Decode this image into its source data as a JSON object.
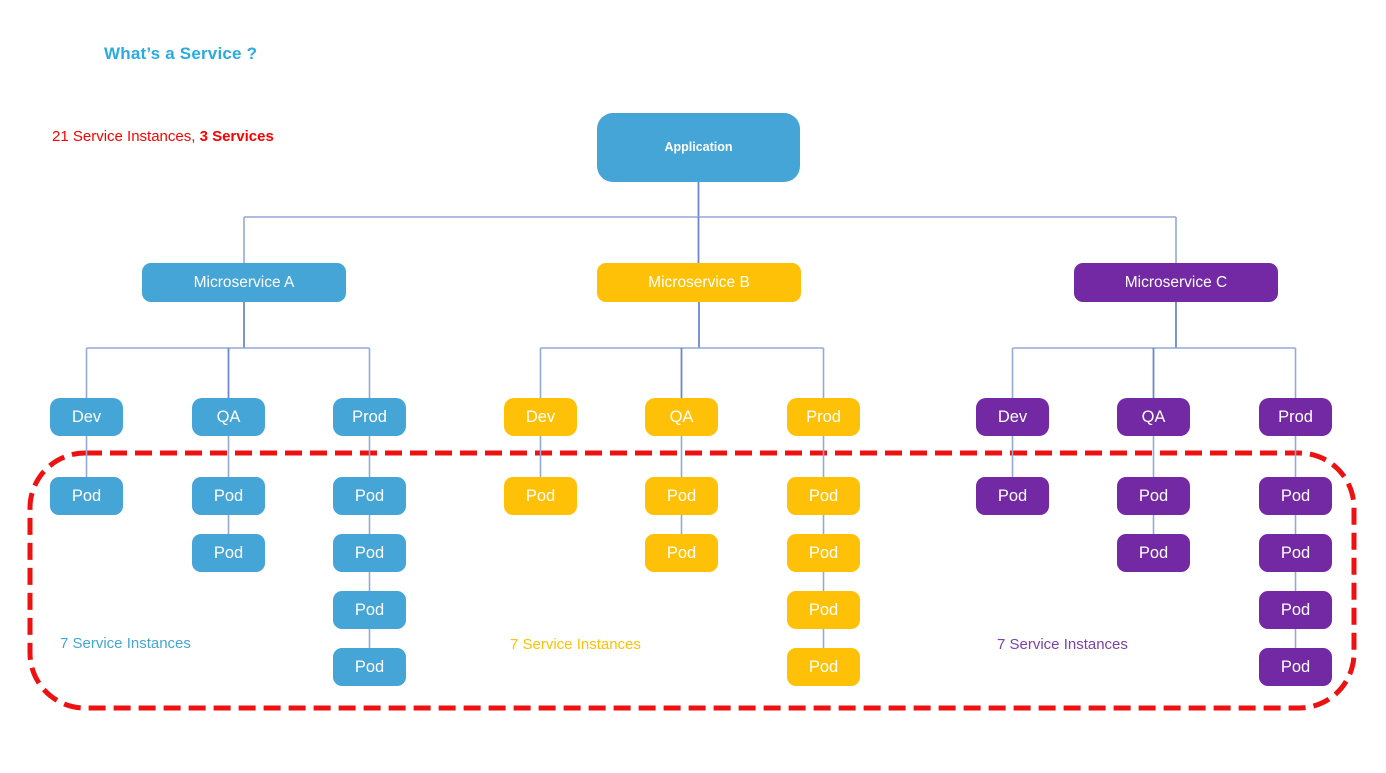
{
  "title": "What’s a Service ?",
  "summary": {
    "regular": "21 Service Instances, ",
    "bold": "3 Services"
  },
  "root": {
    "label": "Application",
    "color": "#45A5D6"
  },
  "labels": {
    "pod": "Pod"
  },
  "groups": [
    {
      "id": "a",
      "label": "Microservice A",
      "color": "#45A5D6",
      "label_color": "#45A5D6",
      "instances_label": "7 Service Instances",
      "envs": [
        {
          "label": "Dev",
          "pods": 1
        },
        {
          "label": "QA",
          "pods": 2
        },
        {
          "label": "Prod",
          "pods": 4
        }
      ]
    },
    {
      "id": "b",
      "label": "Microservice B",
      "color": "#FFC107",
      "label_color": "#FFC107",
      "instances_label": "7 Service Instances",
      "envs": [
        {
          "label": "Dev",
          "pods": 1
        },
        {
          "label": "QA",
          "pods": 2
        },
        {
          "label": "Prod",
          "pods": 4
        }
      ]
    },
    {
      "id": "c",
      "label": "Microservice C",
      "color": "#7229A3",
      "label_color": "#7B42A8",
      "instances_label": "7 Service Instances",
      "envs": [
        {
          "label": "Dev",
          "pods": 1
        },
        {
          "label": "QA",
          "pods": 2
        },
        {
          "label": "Prod",
          "pods": 4
        }
      ]
    }
  ],
  "colors": {
    "title": "#29ABE2",
    "summary": "#FF0000",
    "connector": "#93A9DA",
    "connector_dark": "#6F87CE",
    "highlight": "#EE1111"
  }
}
